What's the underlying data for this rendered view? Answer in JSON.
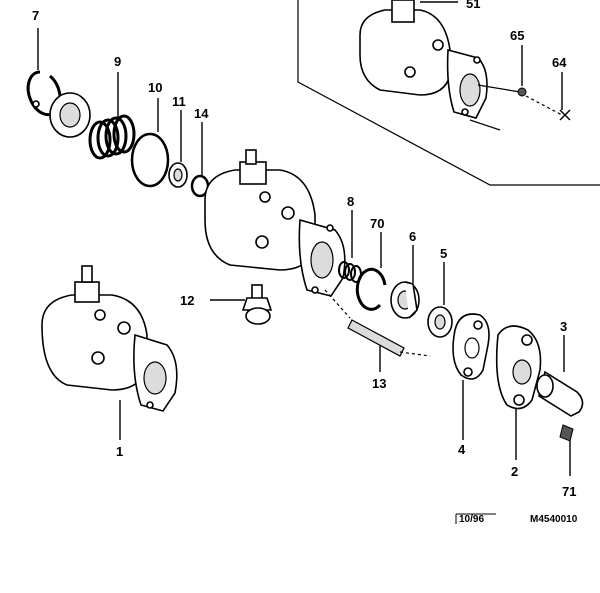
{
  "labels": {
    "l7": "7",
    "l9": "9",
    "l10": "10",
    "l11": "11",
    "l14": "14",
    "l51": "51",
    "l65": "65",
    "l64": "64",
    "l8": "8",
    "l70": "70",
    "l6": "6",
    "l5": "5",
    "l3": "3",
    "l12": "12",
    "l13": "13",
    "l1": "1",
    "l4": "4",
    "l2": "2",
    "l71": "71"
  },
  "footer": {
    "date": "10/96",
    "code": "M4540010"
  }
}
